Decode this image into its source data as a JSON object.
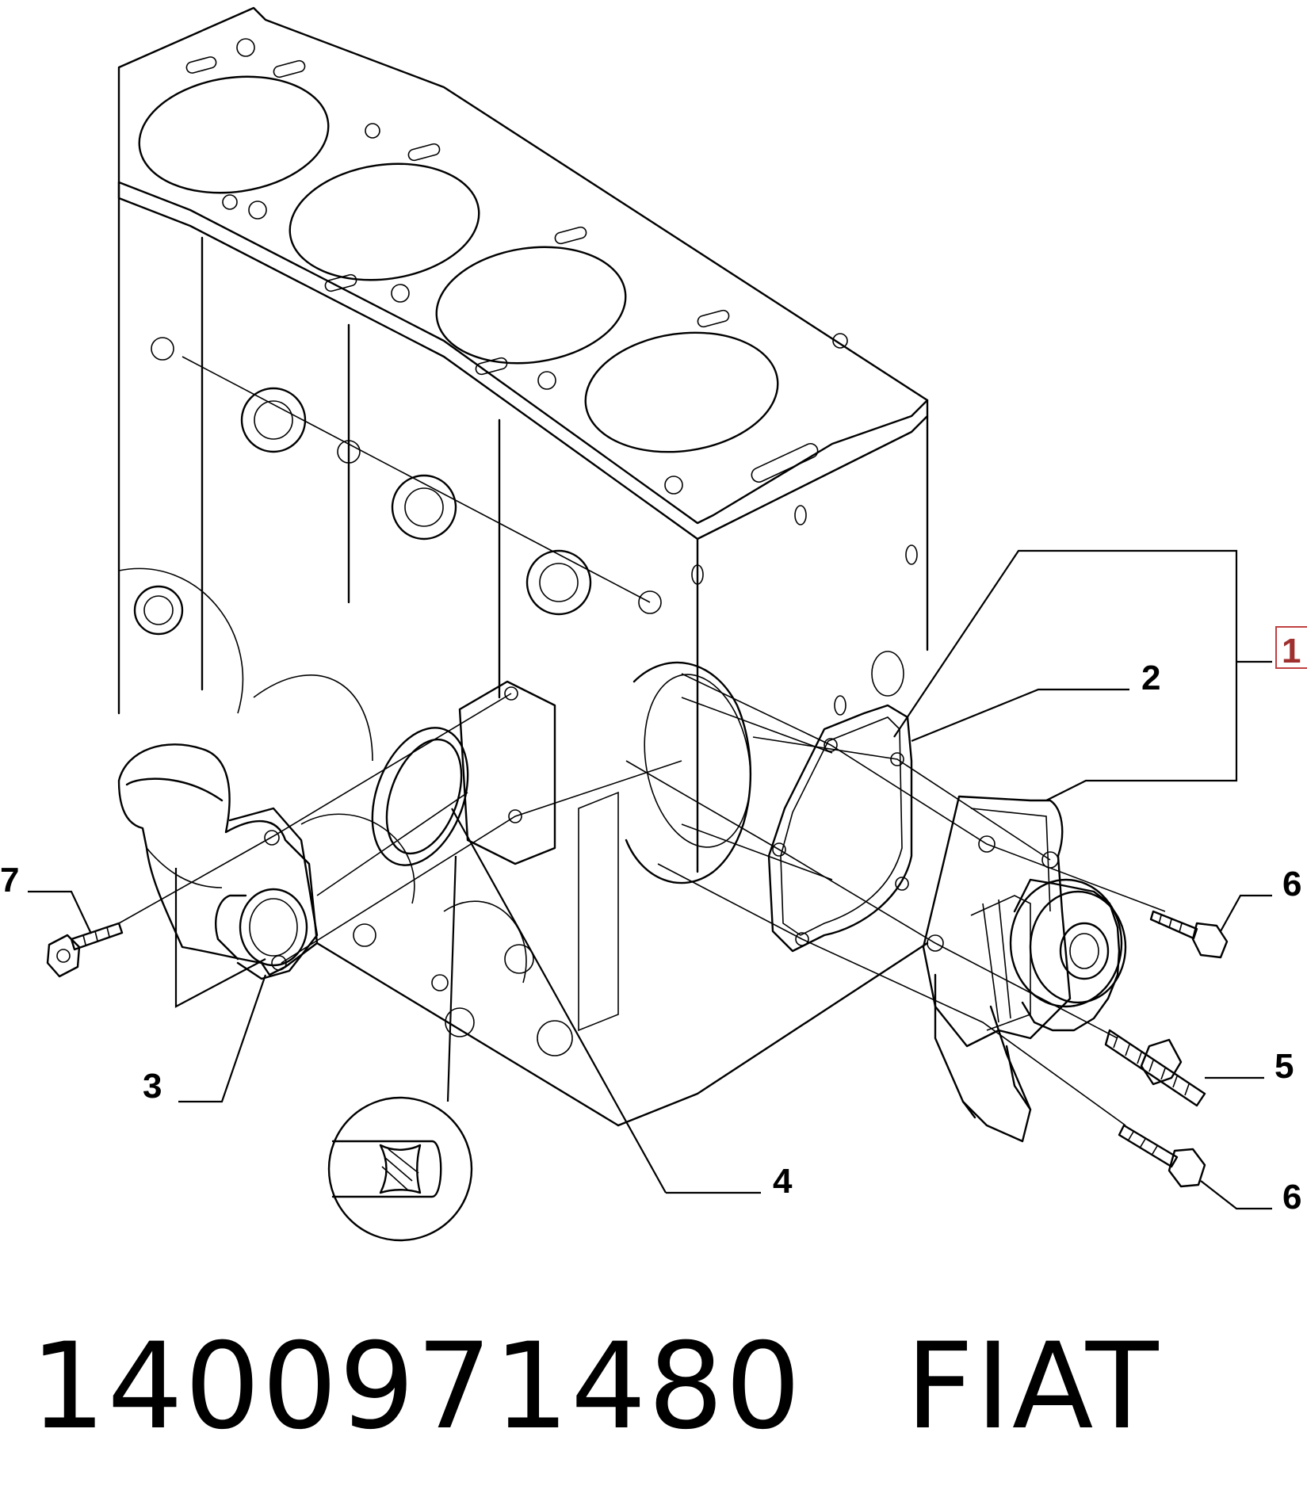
{
  "diagram": {
    "callouts": [
      {
        "id": "1",
        "label": "1",
        "boxed": true,
        "box_color": "#c04040"
      },
      {
        "id": "2",
        "label": "2"
      },
      {
        "id": "3",
        "label": "3"
      },
      {
        "id": "4",
        "label": "4"
      },
      {
        "id": "5",
        "label": "5"
      },
      {
        "id": "6a",
        "label": "6"
      },
      {
        "id": "6b",
        "label": "6"
      },
      {
        "id": "7",
        "label": "7"
      }
    ]
  },
  "footer": {
    "part_number": "1400971480",
    "brand": "FIAT"
  }
}
